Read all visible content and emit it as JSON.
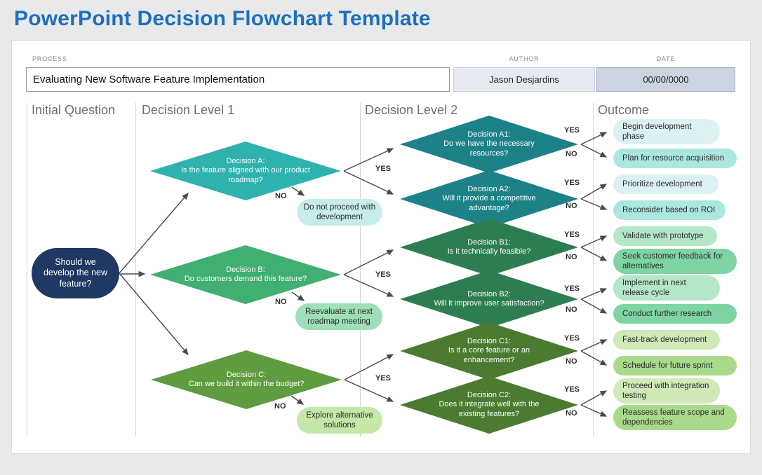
{
  "header": {
    "title": "PowerPoint Decision Flowchart Template"
  },
  "form": {
    "process_label": "PROCESS",
    "process_value": "Evaluating New Software Feature Implementation",
    "author_label": "AUTHOR",
    "author_value": "Jason Desjardins",
    "date_label": "DATE",
    "date_value": "00/00/0000"
  },
  "columns": {
    "initial": "Initial Question",
    "level1": "Decision Level 1",
    "level2": "Decision Level 2",
    "outcome": "Outcome"
  },
  "labels": {
    "yes": "YES",
    "no": "NO"
  },
  "initial_question": "Should we develop the new feature?",
  "decisions": {
    "a": {
      "title": "Decision A:",
      "question": "Is the feature aligned with our product roadmap?",
      "no_result": "Do not proceed with development"
    },
    "a1": {
      "title": "Decision A1:",
      "question": "Do we have the necessary resources?"
    },
    "a2": {
      "title": "Decision A2:",
      "question": "Will it provide a competitive advantage?"
    },
    "b": {
      "title": "Decision B:",
      "question": "Do customers demand this feature?",
      "no_result": "Reevaluate at next roadmap meeting"
    },
    "b1": {
      "title": "Decision B1:",
      "question": "Is it technically feasible?"
    },
    "b2": {
      "title": "Decision B2:",
      "question": "Will it improve user satisfaction?"
    },
    "c": {
      "title": "Decision C:",
      "question": "Can we build it within the budget?",
      "no_result": "Explore alternative solutions"
    },
    "c1": {
      "title": "Decision C1:",
      "question": "Is it a core feature or an enhancement?"
    },
    "c2": {
      "title": "Decision C2:",
      "question": "Does it integrate well with the existing features?"
    }
  },
  "outcomes": {
    "a1_yes": "Begin development phase",
    "a1_no": "Plan for resource acquisition",
    "a2_yes": "Prioritize development",
    "a2_no": "Reconsider based on ROI",
    "b1_yes": "Validate with prototype",
    "b1_no": "Seek customer feedback for alternatives",
    "b2_yes": "Implement in next release cycle",
    "b2_no": "Conduct further research",
    "c1_yes": "Fast-track development",
    "c1_no": "Schedule for future sprint",
    "c2_yes": "Proceed with integration testing",
    "c2_no": "Reassess feature scope and dependencies"
  },
  "colors": {
    "title_blue": "#1C70C1",
    "navy": "#1F3864",
    "teal": "#2FB2AD",
    "teal_dark": "#1D8288",
    "green": "#41AE72",
    "green_dark": "#2C7E50",
    "olive": "#5F9C3F",
    "olive_dark": "#4B7A31",
    "outcome_teal_light": "#DCF1F1",
    "outcome_teal": "#ABE6E1",
    "outcome_green_light": "#B4E7C7",
    "outcome_green": "#7FD4A3",
    "outcome_olive_light": "#CFE9B7",
    "outcome_olive": "#A9DA8B"
  }
}
